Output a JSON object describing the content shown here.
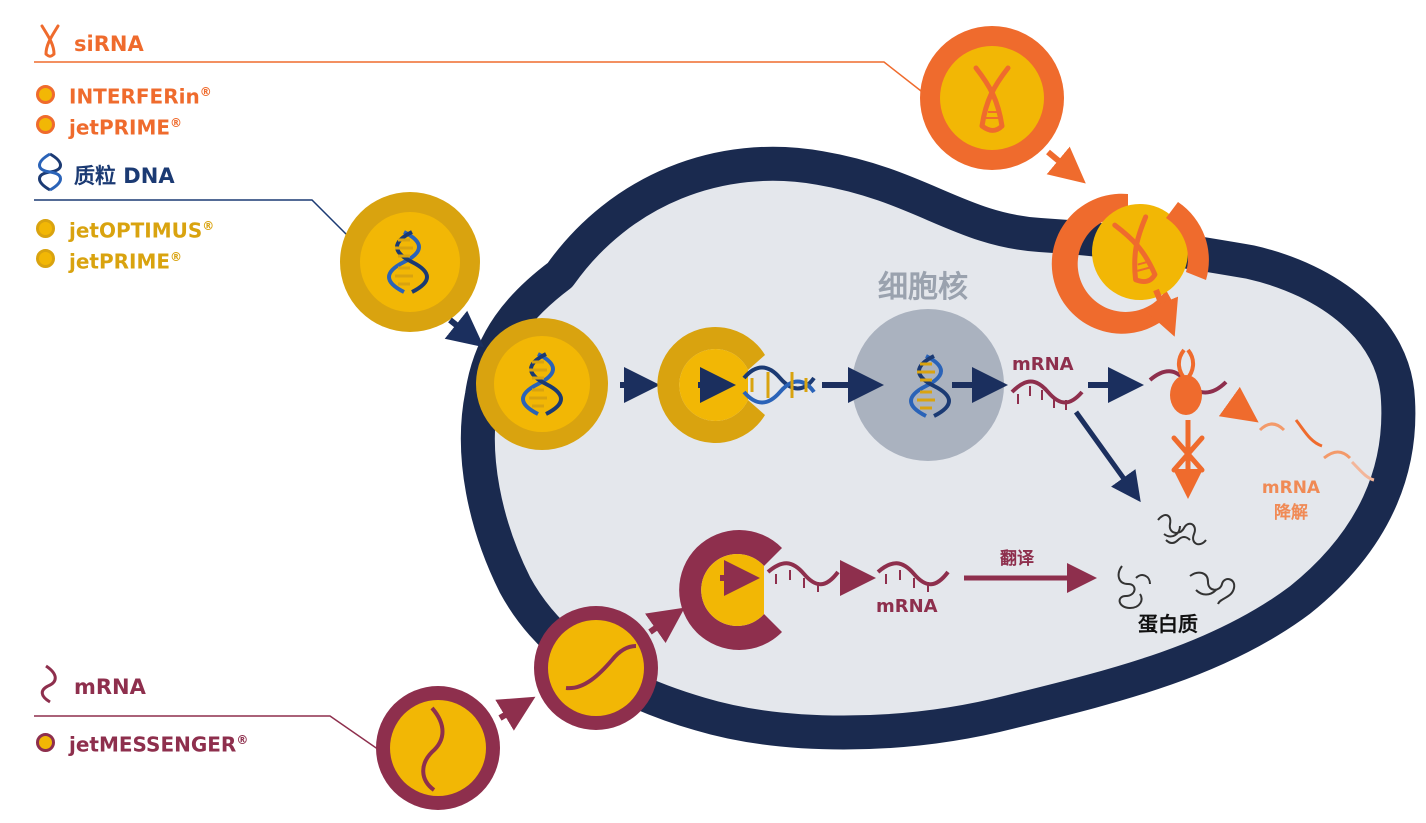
{
  "colors": {
    "sirna": "#ef6b2d",
    "dna": "#1b3a73",
    "reagent_gold": "#d9a30f",
    "mrna": "#8e2f4d",
    "membrane": "#1a2a4f",
    "cytoplasm": "#e4e7ec",
    "nucleus": "#aab2bf",
    "yellow": "#f2b705"
  },
  "legend": {
    "sirna": {
      "title": "siRNA",
      "icon": "sirna-icon",
      "reagents": [
        {
          "name": "INTERFERin",
          "mark": "®"
        },
        {
          "name": "jetPRIME",
          "mark": "®"
        }
      ]
    },
    "dna": {
      "title": "质粒 DNA",
      "icon": "dna-icon",
      "reagents": [
        {
          "name": "jetOPTIMUS",
          "mark": "®"
        },
        {
          "name": "jetPRIME",
          "mark": "®"
        }
      ]
    },
    "mrna": {
      "title": "mRNA",
      "icon": "mrna-icon",
      "reagents": [
        {
          "name": "jetMESSENGER",
          "mark": "®"
        }
      ]
    }
  },
  "diagram": {
    "nucleus_label": "细胞核",
    "mrna_label_top": "mRNA",
    "mrna_label_bottom": "mRNA",
    "translation_label": "翻译",
    "protein_label": "蛋白质",
    "degradation_line1": "mRNA",
    "degradation_line2": "降解"
  }
}
